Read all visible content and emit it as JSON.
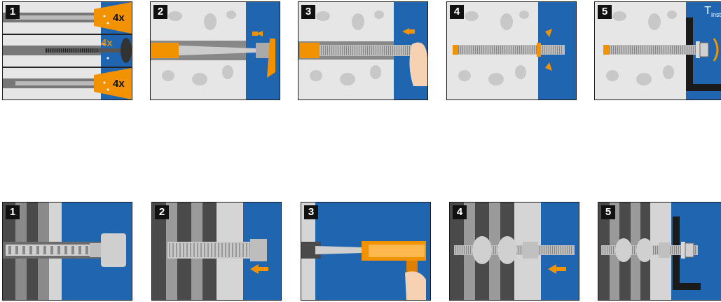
{
  "top_row": {
    "steps": [
      {
        "number": "1",
        "labels": [
          "4x",
          "4x",
          "4x"
        ]
      },
      {
        "number": "2"
      },
      {
        "number": "3"
      },
      {
        "number": "4"
      },
      {
        "number": "5",
        "torque_symbol": "T",
        "torque_subscript": "inst"
      }
    ]
  },
  "bottom_row": {
    "steps": [
      {
        "number": "1"
      },
      {
        "number": "2"
      },
      {
        "number": "3"
      },
      {
        "number": "4"
      },
      {
        "number": "5"
      }
    ]
  },
  "colors": {
    "background_blue": "#1f65b0",
    "concrete": "#e6e6e6",
    "aggregate": "#c8c8c8",
    "orange": "#f39200",
    "steel": "#b9b9b9",
    "dark_gray": "#4a4a4a"
  }
}
